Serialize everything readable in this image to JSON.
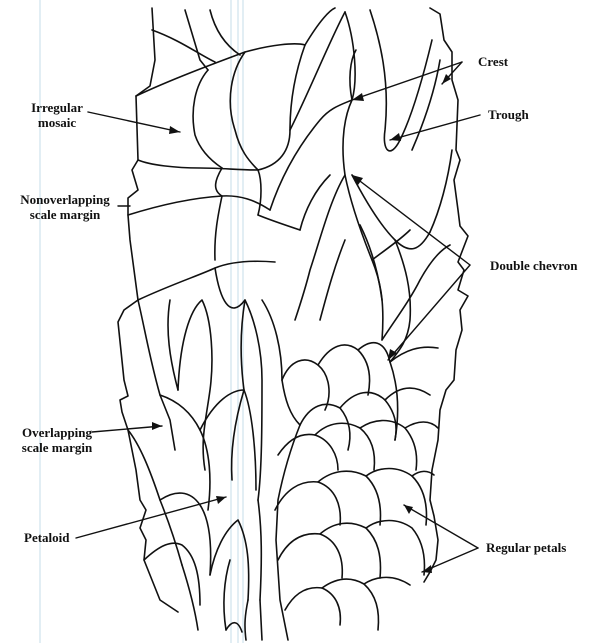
{
  "figure": {
    "labels": {
      "crest": "Crest",
      "trough": "Trough",
      "irregular_mosaic_line1": "Irregular",
      "irregular_mosaic_line2": "mosaic",
      "nonoverlapping_line1": "Nonoverlapping",
      "nonoverlapping_line2": "scale margin",
      "double_chevron": "Double chevron",
      "overlapping_line1": "Overlapping",
      "overlapping_line2": "scale margin",
      "petaloid": "Petaloid",
      "regular_petals": "Regular petals"
    },
    "colors": {
      "ink": "#111111",
      "paper": "#ffffff",
      "fold_lines": "#cfe3ec"
    }
  }
}
